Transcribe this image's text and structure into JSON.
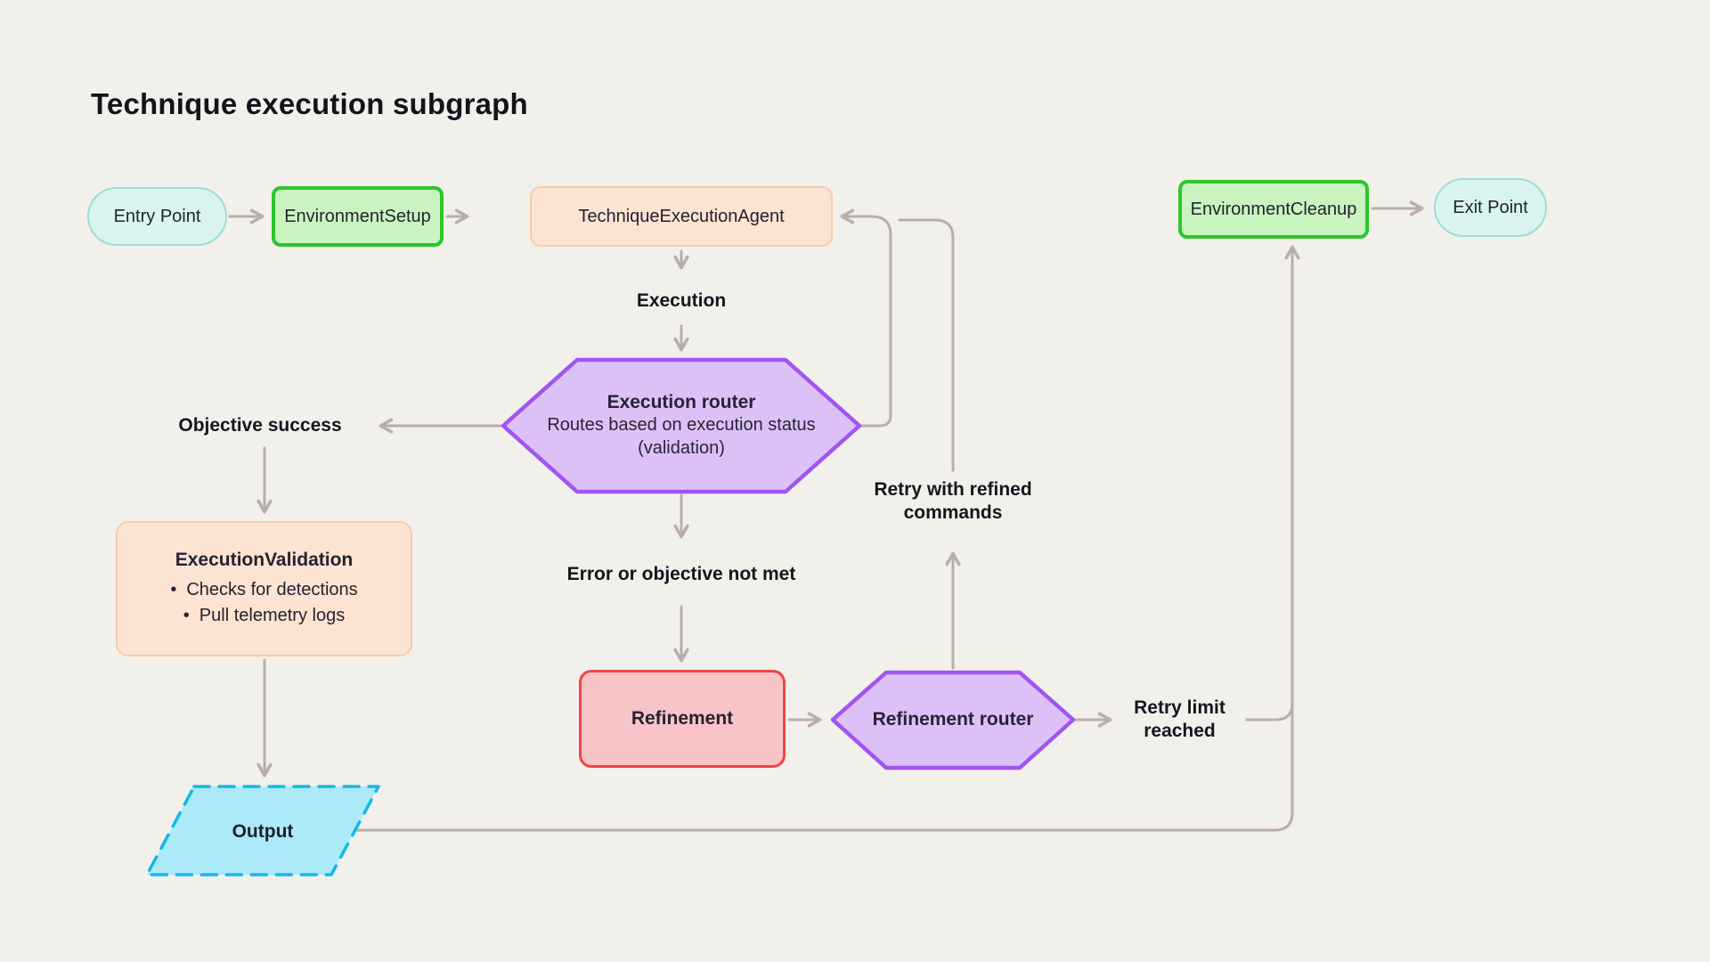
{
  "title": "Technique execution subgraph",
  "nodes": {
    "entry_point": {
      "label": "Entry Point"
    },
    "environment_setup": {
      "label": "EnvironmentSetup"
    },
    "technique_execution_agent": {
      "label": "TechniqueExecutionAgent"
    },
    "execution_router": {
      "title": "Execution router",
      "subtitle": "Routes based on execution status",
      "subtitle2": "(validation)"
    },
    "execution_validation": {
      "title": "ExecutionValidation",
      "bullets": [
        "Checks for detections",
        "Pull telemetry logs"
      ]
    },
    "output": {
      "label": "Output"
    },
    "refinement": {
      "label": "Refinement"
    },
    "refinement_router": {
      "title": "Refinement router"
    },
    "environment_cleanup": {
      "label": "EnvironmentCleanup"
    },
    "exit_point": {
      "label": "Exit Point"
    }
  },
  "edge_labels": {
    "execution": "Execution",
    "objective_success": "Objective success",
    "error_or_objective_not_met": "Error or objective not met",
    "retry_with_refined_commands": "Retry with refined commands",
    "retry_limit_reached": "Retry limit reached"
  },
  "colors": {
    "background": "#f2f0eb",
    "edge": "#bcadad",
    "terminal_fill": "#d9f4f0",
    "terminal_border": "#a0dcd4",
    "setup_fill": "#c9f4c0",
    "setup_border": "#2bc62b",
    "agent_fill": "#fce3d2",
    "agent_border": "#f3ccb2",
    "router_fill": "#dcc1f9",
    "router_border": "#a155f0",
    "refinement_fill": "#f8c4c8",
    "refinement_border": "#ee4544",
    "output_fill": "#ace9f9",
    "output_border": "#12b9e9",
    "text": "#232330"
  }
}
